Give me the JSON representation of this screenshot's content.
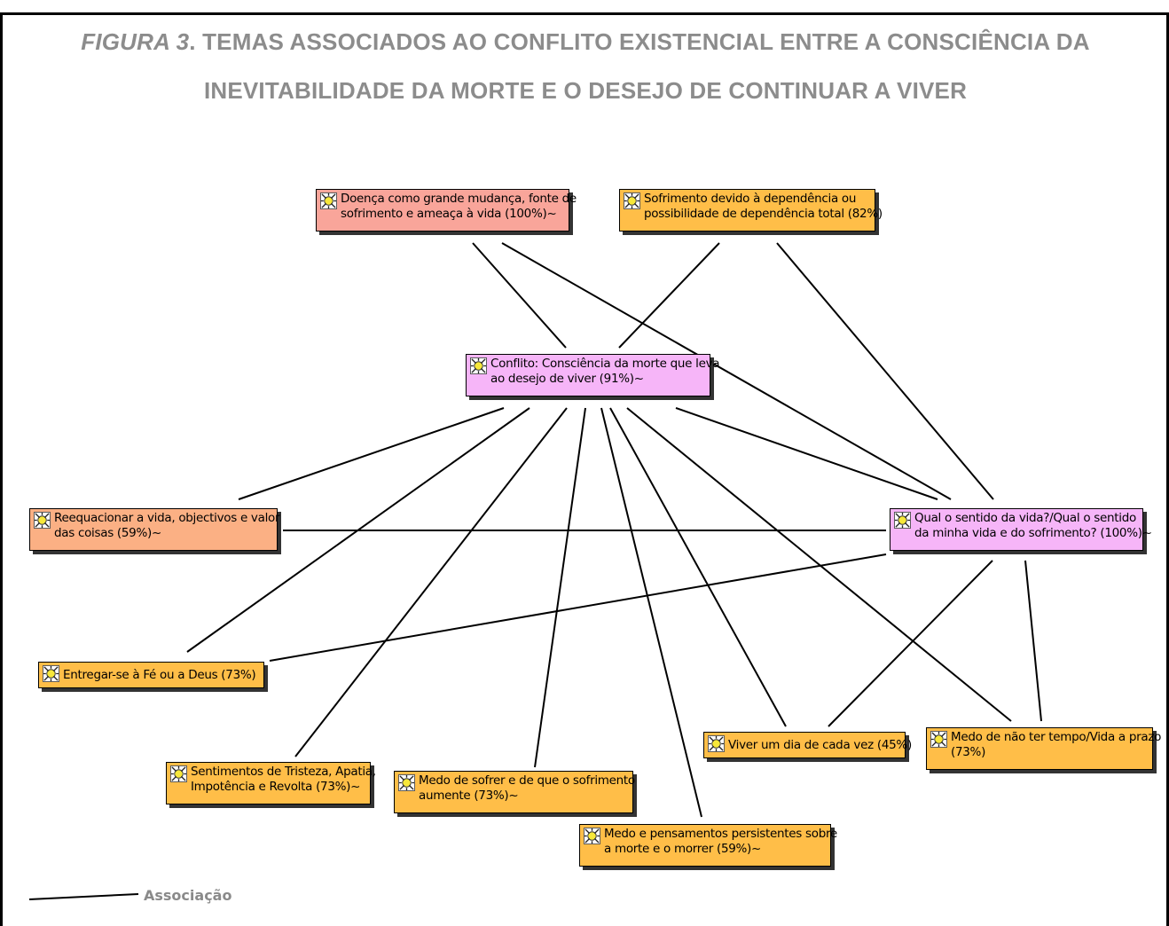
{
  "figure": {
    "title_prefix": "FIGURA 3",
    "title_text": ". TEMAS ASSOCIADOS AO CONFLITO EXISTENCIAL ENTRE A CONSCIÊNCIA DA INEVITABILIDADE DA MORTE E O DESEJO DE CONTINUAR A VIVER"
  },
  "nodes": {
    "doenca": {
      "line1": "Doença como grande mudança, fonte de",
      "line2": "sofrimento e ameaça à vida (100%)~"
    },
    "sofrimento": {
      "line1": "Sofrimento devido à dependência ou",
      "line2": "possibilidade de dependência total (82%)"
    },
    "conflito": {
      "line1": "Conflito: Consciência da morte que leva",
      "line2": "ao desejo de viver (91%)~"
    },
    "reequacionar": {
      "line1": "Reequacionar a vida, objectivos e valor",
      "line2": "das coisas (59%)~"
    },
    "sentido": {
      "line1": "Qual o sentido da vida?/Qual o sentido",
      "line2": "da minha vida e do sofrimento? (100%)~"
    },
    "entregar": {
      "line1": "Entregar-se à Fé ou a  Deus (73%)"
    },
    "viver_dia": {
      "line1": "Viver um dia de cada vez (45%)"
    },
    "medo_tempo": {
      "line1": "Medo de não ter tempo/Vida a prazo",
      "line2": "(73%)"
    },
    "sentimentos": {
      "line1": "Sentimentos de Tristeza, Apatia,",
      "line2": "Impotência e Revolta (73%)~"
    },
    "medo_sofrer": {
      "line1": "Medo de sofrer e de que o sofrimento",
      "line2": "aumente (73%)~"
    },
    "medo_morte": {
      "line1": "Medo e pensamentos persistentes sobre",
      "line2": "a morte e o morrer (59%)~"
    }
  },
  "legend": {
    "label": "Associação"
  },
  "colors": {
    "pink": "#f9a59a",
    "orange": "#ffbe48",
    "salmon": "#fbb084",
    "magenta": "#f6b5f8",
    "title_gray": "#8c8c8c"
  },
  "icon_name": "network-node-icon"
}
